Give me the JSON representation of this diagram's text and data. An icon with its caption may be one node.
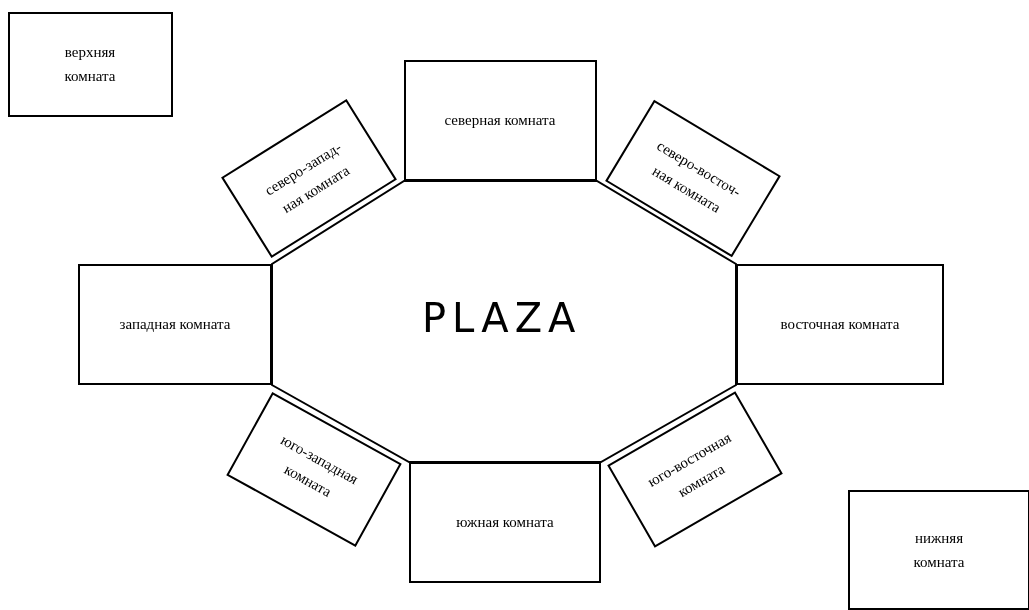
{
  "diagram": {
    "nodes": [
      {
        "text": [
          "PLAZA"
        ]
      },
      {
        "text": [
          "верхняя комната"
        ]
      },
      {
        "text": [
          "северная комната"
        ]
      },
      {
        "text": [
          "северо-запад- ная комната"
        ]
      },
      {
        "text": [
          "северо-восточ- ная комната"
        ]
      },
      {
        "text": [
          "западная комната"
        ]
      },
      {
        "text": [
          "восточная комната"
        ]
      },
      {
        "text": [
          "юго-западная комната"
        ]
      },
      {
        "text": [
          "юго-восточная комната"
        ]
      },
      {
        "text": [
          "южная комната"
        ]
      },
      {
        "text": [
          "нижняя комната"
        ]
      }
    ]
  }
}
